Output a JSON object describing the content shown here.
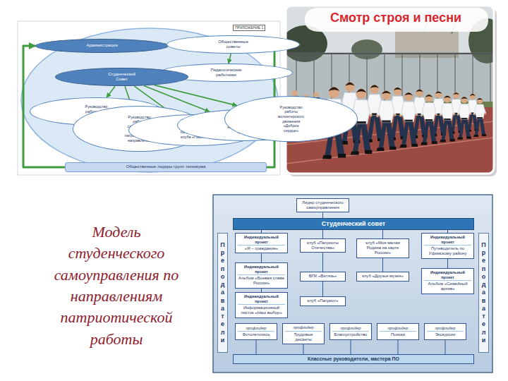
{
  "diagram": {
    "title": "Модель студенческого самоуправления по направлениям патриотической работы",
    "nodes": [
      {
        "text": [
          "Администрация"
        ]
      },
      {
        "text": [
          "Общественные советы"
        ]
      },
      {
        "text": [
          "Педагогические работники"
        ]
      },
      {
        "text": [
          "Студенческий Совет"
        ]
      },
      {
        "text": [
          "Руководство работы ВПК «Витязь»"
        ]
      },
      {
        "text": [
          "Руководство работы студенческих групп патриотического направления"
        ]
      },
      {
        "text": [
          "Руководство работы военно-патриотического клуба «Память»"
        ]
      },
      {
        "text": [
          "Руководство работы информационного центра"
        ]
      },
      {
        "text": [
          "Руководство работы волонтерского движения «Доброе сердце»"
        ]
      },
      {
        "text": [
          "Общественные лидеры групп техникума"
        ]
      },
      {
        "text": [
          "Лидер студенческого самоуправления"
        ]
      },
      {
        "text": [
          "Студенческий совет"
        ]
      },
      {
        "text": [
          "Преподаватели"
        ]
      },
      {
        "text": [
          "Преподаватели"
        ]
      },
      {
        "text": [
          "Индивидуальный проект",
          "«Я – гражданин»"
        ]
      },
      {
        "text": [
          "клуб «Патриоты Отечества»"
        ]
      },
      {
        "text": [
          "клуб «Моя малая Родина на карте России»"
        ]
      },
      {
        "text": [
          "Индивидуальный проект",
          "Путеводитель по Уфимскому району"
        ]
      },
      {
        "text": [
          "Индивидуальный проект",
          "Альбом «Боевая слава России»"
        ]
      },
      {
        "text": [
          "ВПК «Витязь»"
        ]
      },
      {
        "text": [
          "клуб «Друзья музея»"
        ]
      },
      {
        "text": [
          "Индивидуальный проект",
          "Альбом «Семейный архив»"
        ]
      },
      {
        "text": [
          "Индивидуальный проект",
          "Информационный листок «Наш выбор»"
        ]
      },
      {
        "text": [
          "клуб «Патриот»"
        ]
      },
      {
        "text": [
          "профлидер",
          "Фотолетопись"
        ]
      },
      {
        "text": [
          "профлидер",
          "Трудовые десанты"
        ]
      },
      {
        "text": [
          "профлидер",
          "Благоустройство"
        ]
      },
      {
        "text": [
          "профлидер",
          "Поиски"
        ]
      },
      {
        "text": [
          "профлидер",
          "Экскурсии"
        ]
      },
      {
        "text": [
          "Классные руководители, мастера ПО"
        ]
      }
    ],
    "edges": [
      {
        "from": 0,
        "to": 1,
        "arrow": "both"
      },
      {
        "from": 1,
        "to": 2,
        "arrow": "to"
      },
      {
        "from": 2,
        "to": 3,
        "arrow": "to"
      },
      {
        "from": 3,
        "to": 4,
        "arrow": "to"
      },
      {
        "from": 3,
        "to": 5,
        "arrow": "to"
      },
      {
        "from": 3,
        "to": 6,
        "arrow": "to"
      },
      {
        "from": 3,
        "to": 7,
        "arrow": "to"
      },
      {
        "from": 3,
        "to": 8,
        "arrow": "to"
      },
      {
        "from": 9,
        "to": 0,
        "arrow": "to"
      },
      {
        "from": 9,
        "to": 1,
        "arrow": "to"
      },
      {
        "from": 10,
        "to": 11,
        "arrow": "none"
      },
      {
        "from": 11,
        "to": 14,
        "arrow": "none"
      },
      {
        "from": 11,
        "to": 15,
        "arrow": "none"
      },
      {
        "from": 11,
        "to": 16,
        "arrow": "none"
      },
      {
        "from": 11,
        "to": 17,
        "arrow": "none"
      },
      {
        "from": 14,
        "to": 18,
        "arrow": "none"
      },
      {
        "from": 18,
        "to": 22,
        "arrow": "none"
      },
      {
        "from": 15,
        "to": 19,
        "arrow": "none"
      },
      {
        "from": 19,
        "to": 23,
        "arrow": "none"
      },
      {
        "from": 16,
        "to": 20,
        "arrow": "none"
      },
      {
        "from": 17,
        "to": 21,
        "arrow": "none"
      },
      {
        "from": 29,
        "to": 24,
        "arrow": "none"
      },
      {
        "from": 29,
        "to": 25,
        "arrow": "none"
      },
      {
        "from": 29,
        "to": 26,
        "arrow": "none"
      },
      {
        "from": 29,
        "to": 27,
        "arrow": "none"
      },
      {
        "from": 29,
        "to": 28,
        "arrow": "none"
      }
    ],
    "labels": [
      "ПРИЛОЖЕНИЕ 1",
      "Смотр строя и песни"
    ]
  }
}
